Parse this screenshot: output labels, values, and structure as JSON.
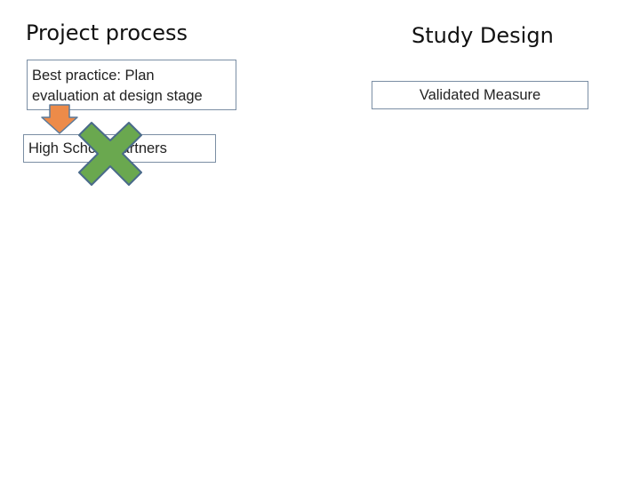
{
  "diagram": {
    "left_title": "Project process",
    "right_title": "Study Design",
    "best_practice_box": {
      "line1": "Best practice: Plan",
      "line2": "evaluation at design stage"
    },
    "validated_measure_box": "Validated Measure",
    "high_school_box": "High School Partners"
  },
  "colors": {
    "box_border": "#7b8ea4",
    "arrow_fill": "#ed8b49",
    "arrow_stroke": "#5b7a9a",
    "cross_fill": "#6aa84f",
    "cross_stroke": "#4a6a8a"
  },
  "icons": {
    "arrow": "down-arrow-icon",
    "cross": "x-mark-icon"
  }
}
